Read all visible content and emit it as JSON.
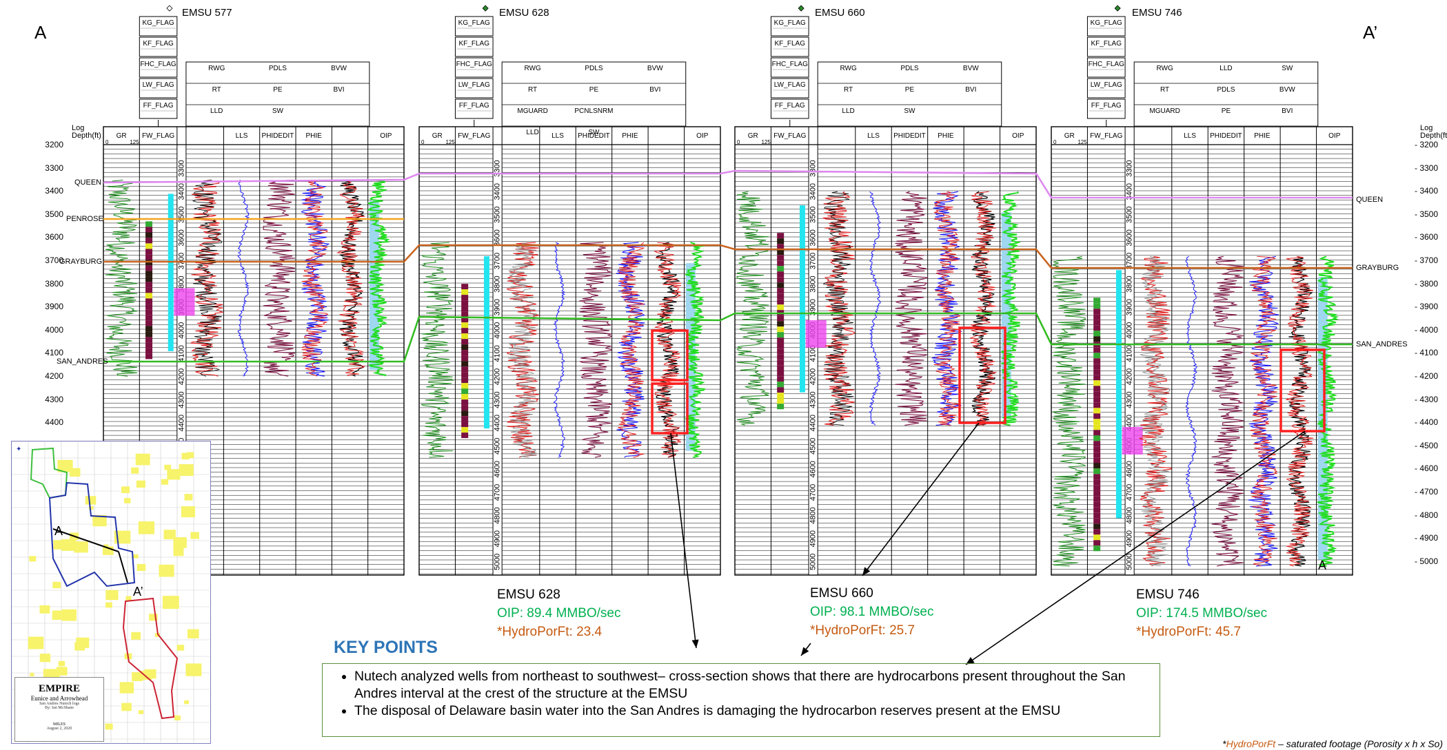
{
  "corners": {
    "left": "A",
    "right": "A’"
  },
  "wells": [
    {
      "name": "EMSU 577",
      "curves_top": [
        "KG_FLAG",
        "KF_FLAG",
        "FHC_FLAG",
        "LW_FLAG",
        "FF_FLAG"
      ],
      "logs": [
        "RWG",
        "RT",
        "LLD",
        "PDLS",
        "PE",
        "SW",
        "BVW",
        "BVI"
      ],
      "tracks": [
        "GR",
        "FW_FLAG",
        "LLS",
        "PHIDEDIT",
        "PHIE",
        "OIP"
      ],
      "scale": [
        "0",
        "125"
      ]
    },
    {
      "name": "EMSU 628",
      "curves_top": [
        "KG_FLAG",
        "KF_FLAG",
        "FHC_FLAG",
        "LW_FLAG",
        "FF_FLAG"
      ],
      "logs": [
        "RWG",
        "RT",
        "MGUARD",
        "LLD",
        "PDLS",
        "PE",
        "PCNLSNRM",
        "SW",
        "BVW",
        "BVI"
      ],
      "tracks": [
        "GR",
        "FW_FLAG",
        "LLS",
        "PHIDEDIT",
        "PHIE",
        "OIP"
      ],
      "scale": [
        "0",
        "125"
      ]
    },
    {
      "name": "EMSU 660",
      "curves_top": [
        "KG_FLAG",
        "KF_FLAG",
        "FHC_FLAG",
        "LW_FLAG",
        "FF_FLAG"
      ],
      "logs": [
        "RWG",
        "RT",
        "LLD",
        "PDLS",
        "PE",
        "SW",
        "BVW",
        "BVI"
      ],
      "tracks": [
        "GR",
        "FW_FLAG",
        "LLS",
        "PHIDEDIT",
        "PHIE",
        "OIP"
      ],
      "scale": [
        "0",
        "125"
      ]
    },
    {
      "name": "EMSU 746",
      "curves_top": [
        "KG_FLAG",
        "KF_FLAG",
        "FHC_FLAG",
        "LW_FLAG",
        "FF_FLAG"
      ],
      "logs": [
        "RWG",
        "RT",
        "MGUARD",
        "LLD",
        "PDLS",
        "PE",
        "SW",
        "BVW",
        "BVI"
      ],
      "tracks": [
        "GR",
        "FW_FLAG",
        "LLS",
        "PHIDEDIT",
        "PHIE",
        "OIP"
      ],
      "scale": [
        "0",
        "125"
      ]
    }
  ],
  "depth_axis": {
    "label_line1": "Log",
    "label_line2": "Depth(ft)",
    "left_ticks": [
      "3200",
      "3300",
      "3400",
      "3500",
      "3600",
      "3700",
      "3800",
      "3900",
      "4000",
      "4100",
      "4200",
      "4300",
      "4400"
    ],
    "right_ticks": [
      "3200",
      "3300",
      "3400",
      "3500",
      "3600",
      "3700",
      "3800",
      "3900",
      "4000",
      "4100",
      "4200",
      "4300",
      "4400",
      "4500",
      "4600",
      "4700",
      "4800",
      "4900",
      "5000"
    ]
  },
  "formations": {
    "left": [
      "QUEEN",
      "PENROSE",
      "GRAYBURG",
      "SAN_ANDRES"
    ],
    "right": [
      "QUEEN",
      "GRAYBURG",
      "SAN_ANDRES"
    ]
  },
  "formation_colors": {
    "QUEEN": "#dd88ee",
    "PENROSE": "#f5a623",
    "GRAYBURG": "#c8641e",
    "SAN_ANDRES": "#33bb22"
  },
  "summaries": [
    {
      "well": "EMSU 628",
      "oip": "OIP: 89.4 MMBO/sec",
      "hpf": "*HydroPorFt: 23.4"
    },
    {
      "well": "EMSU 660",
      "oip": "OIP: 98.1 MMBO/sec",
      "hpf": "*HydroPorFt: 25.7"
    },
    {
      "well": "EMSU 746",
      "oip": "OIP: 174.5 MMBO/sec",
      "hpf": "*HydroPorFt: 45.7"
    }
  ],
  "key_points": {
    "title": "KEY POINTS",
    "items": [
      "Nutech analyzed wells from northeast to southwest– cross-section shows that there are hydrocarbons present throughout the San Andres interval at the crest of the structure at the EMSU",
      "The disposal of Delaware basin water into the San Andres is damaging the hydrocarbon reserves present at the EMSU"
    ]
  },
  "footnote": {
    "prefix": "*",
    "term": "HydroPorFt",
    "rest": " – saturated footage (Porosity x h x So)"
  },
  "map": {
    "point_a": "A",
    "point_a2": "A’",
    "logo": "EMPIRE",
    "subtitle": "Eunice and Arrowhead",
    "fine1": "San Andres Nutech logs",
    "fine2": "By: Ian McShane",
    "date": "August 2, 2020",
    "scale_label": "MILES"
  },
  "inlay_marker": "A",
  "colors": {
    "gr": "#1a8a1a",
    "res_red": "#e02020",
    "res_dark": "#7a1040",
    "blue": "#1a1aff",
    "green_fill": "#22dd22",
    "cyan": "#22e5f0",
    "magenta": "#ee44ee",
    "highlight_box": "#ff2020",
    "oip_green": "#00b050",
    "hpf_orange": "#c55a11"
  }
}
